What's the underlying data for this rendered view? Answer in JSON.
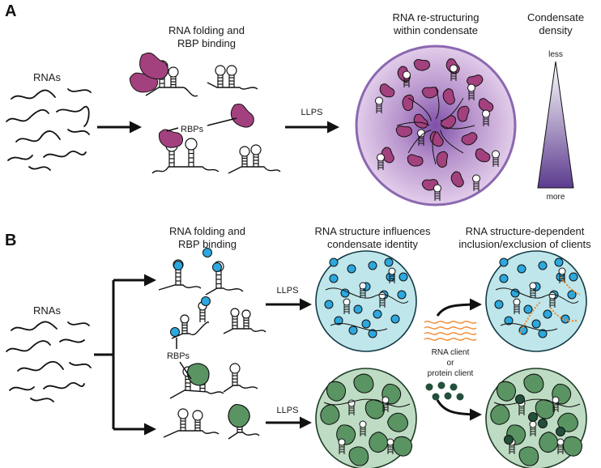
{
  "panel_a": {
    "letter": "A",
    "rnas_label": "RNAs",
    "fold_title": [
      "RNA folding and",
      "RBP binding"
    ],
    "rbps_label": "RBPs",
    "llps_label": "LLPS",
    "restructure_title": [
      "RNA re-structuring",
      "within condensate"
    ],
    "density_title": [
      "Condensate",
      "density"
    ],
    "density_less": "less",
    "density_more": "more"
  },
  "panel_b": {
    "letter": "B",
    "rnas_label": "RNAs",
    "fold_title": [
      "RNA folding and",
      "RBP binding"
    ],
    "rbps_label": "RBPs",
    "llps_top": "LLPS",
    "llps_bottom": "LLPS",
    "identity_title": [
      "RNA structure influences",
      "condensate identity"
    ],
    "clients_title": [
      "RNA structure-dependent",
      "inclusion/exclusion of clients"
    ],
    "client_labels": [
      "RNA client",
      "or",
      "protein client"
    ]
  },
  "colors": {
    "magenta_rbp": "#a3417f",
    "condensate_a": "#d7bde0",
    "condensate_a_core": "#8a5bb0",
    "cyan_condensate": "#bfe6ea",
    "blue_rbp": "#2ca8df",
    "green_condensate": "#bedcc3",
    "green_rbp": "#5a9463",
    "dark_client": "#22503a",
    "orange_client": "#f08a30",
    "triangle_dark": "#5c3b8f"
  }
}
